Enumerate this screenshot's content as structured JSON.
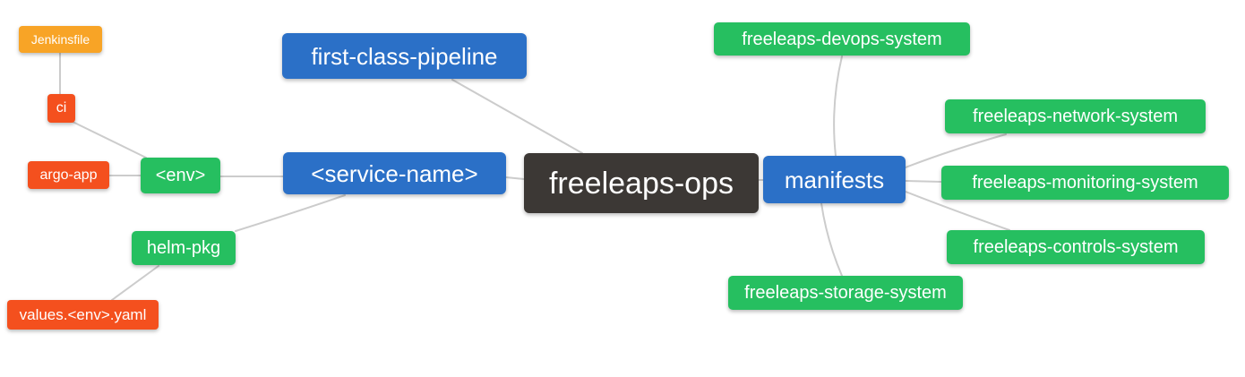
{
  "diagram": {
    "type": "mindmap",
    "background": "#ffffff",
    "edge_color": "#cccccc",
    "text_color": "#ffffff",
    "colors": {
      "root_dark": "#3c3835",
      "branch_blue": "#2b70c7",
      "green": "#26bf60",
      "red_orange": "#f4501e",
      "orange": "#f8a426"
    },
    "root": {
      "label": "freeleaps-ops",
      "color": "#3c3835"
    },
    "nodes": {
      "first_class_pipeline": {
        "label": "first-class-pipeline",
        "color": "#2b70c7"
      },
      "service_name": {
        "label": "<service-name>",
        "color": "#2b70c7"
      },
      "manifests": {
        "label": "manifests",
        "color": "#2b70c7"
      },
      "env": {
        "label": "<env>",
        "color": "#26bf60"
      },
      "helm_pkg": {
        "label": "helm-pkg",
        "color": "#26bf60"
      },
      "ci": {
        "label": "ci",
        "color": "#f4501e"
      },
      "argo_app": {
        "label": "argo-app",
        "color": "#f4501e"
      },
      "jenkinsfile": {
        "label": "Jenkinsfile",
        "color": "#f8a426"
      },
      "values_env_yaml": {
        "label": "values.<env>.yaml",
        "color": "#f4501e"
      },
      "devops_system": {
        "label": "freeleaps-devops-system",
        "color": "#26bf60"
      },
      "network_system": {
        "label": "freeleaps-network-system",
        "color": "#26bf60"
      },
      "monitoring_system": {
        "label": "freeleaps-monitoring-system",
        "color": "#26bf60"
      },
      "controls_system": {
        "label": "freeleaps-controls-system",
        "color": "#26bf60"
      },
      "storage_system": {
        "label": "freeleaps-storage-system",
        "color": "#26bf60"
      }
    },
    "edges": [
      {
        "from": "freeleaps-ops",
        "to": "first-class-pipeline"
      },
      {
        "from": "freeleaps-ops",
        "to": "<service-name>"
      },
      {
        "from": "freeleaps-ops",
        "to": "manifests"
      },
      {
        "from": "<service-name>",
        "to": "<env>"
      },
      {
        "from": "<service-name>",
        "to": "helm-pkg"
      },
      {
        "from": "<env>",
        "to": "ci"
      },
      {
        "from": "<env>",
        "to": "argo-app"
      },
      {
        "from": "ci",
        "to": "Jenkinsfile"
      },
      {
        "from": "helm-pkg",
        "to": "values.<env>.yaml"
      },
      {
        "from": "manifests",
        "to": "freeleaps-devops-system"
      },
      {
        "from": "manifests",
        "to": "freeleaps-network-system"
      },
      {
        "from": "manifests",
        "to": "freeleaps-monitoring-system"
      },
      {
        "from": "manifests",
        "to": "freeleaps-controls-system"
      },
      {
        "from": "manifests",
        "to": "freeleaps-storage-system"
      }
    ]
  }
}
